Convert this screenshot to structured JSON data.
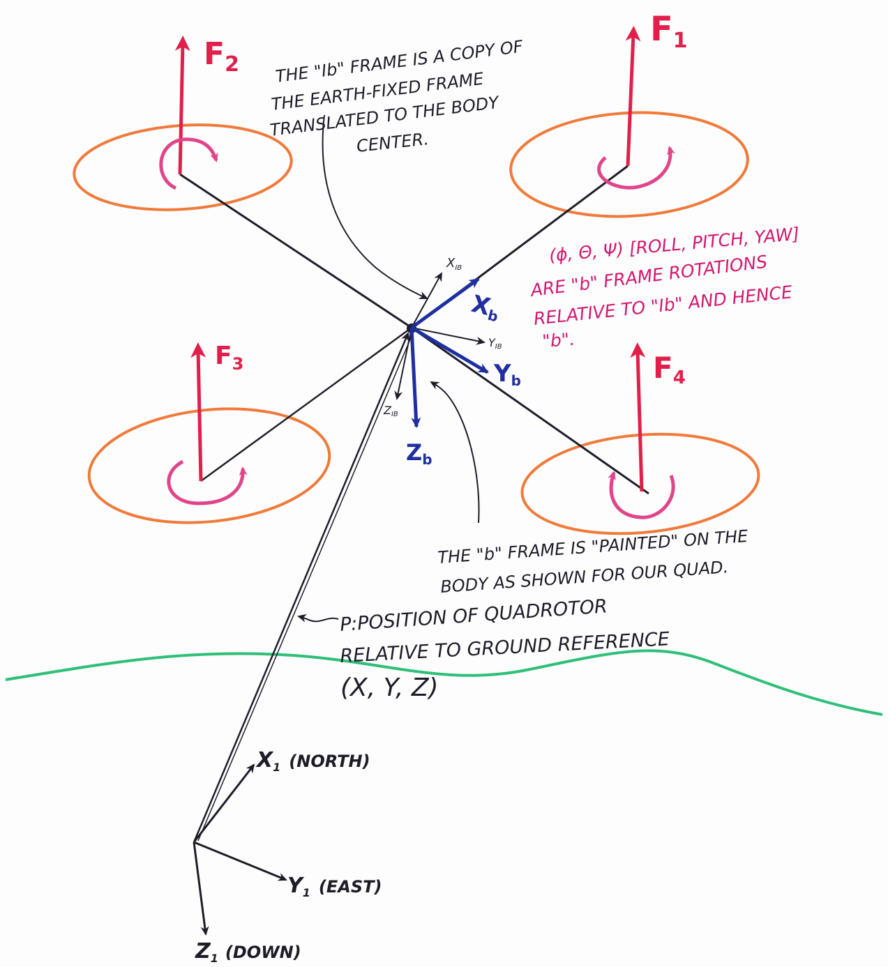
{
  "forces": {
    "f1": "F",
    "f1_sub": "1",
    "f2": "F",
    "f2_sub": "2",
    "f3": "F",
    "f3_sub": "3",
    "f4": "F",
    "f4_sub": "4"
  },
  "notes": {
    "ib_frame": [
      "THE \"Ib\" FRAME IS A COPY OF",
      "THE EARTH-FIXED FRAME",
      "TRANSLATED TO THE BODY",
      "CENTER."
    ],
    "rotations": [
      "(ϕ, Θ, Ψ) [ROLL, PITCH, YAW]",
      "ARE \"b\" FRAME ROTATIONS",
      "RELATIVE TO \"Ib\" AND HENCE",
      "\"b\"."
    ],
    "b_frame": [
      "THE \"b\" FRAME IS \"PAINTED\" ON THE",
      "BODY AS SHOWN FOR OUR QUAD."
    ],
    "position": [
      "P:POSITION OF QUADROTOR",
      "RELATIVE TO GROUND REFERENCE",
      "(X, Y, Z)"
    ]
  },
  "body_axes": {
    "x_ib": "X",
    "x_ib_sub": "IB",
    "y_ib": "Y",
    "y_ib_sub": "IB",
    "z_ib": "Z",
    "z_ib_sub": "IB",
    "x_b": "X",
    "x_b_sub": "b",
    "y_b": "Y",
    "y_b_sub": "b",
    "z_b": "Z",
    "z_b_sub": "b"
  },
  "ground_axes": {
    "x1": "X",
    "x1_sub": "1",
    "x1_dir": "(NORTH)",
    "y1": "Y",
    "y1_sub": "1",
    "y1_dir": "(EAST)",
    "z1": "Z",
    "z1_sub": "1",
    "z1_dir": "(DOWN)"
  },
  "colors": {
    "ink_black": "#1d1d28",
    "rotor_orange": "#f07a3a",
    "force_red": "#e0204a",
    "spin_pink": "#e0458a",
    "body_blue": "#1f2fa0",
    "note_magenta": "#d3186e",
    "ground_green": "#2fbf7a"
  }
}
